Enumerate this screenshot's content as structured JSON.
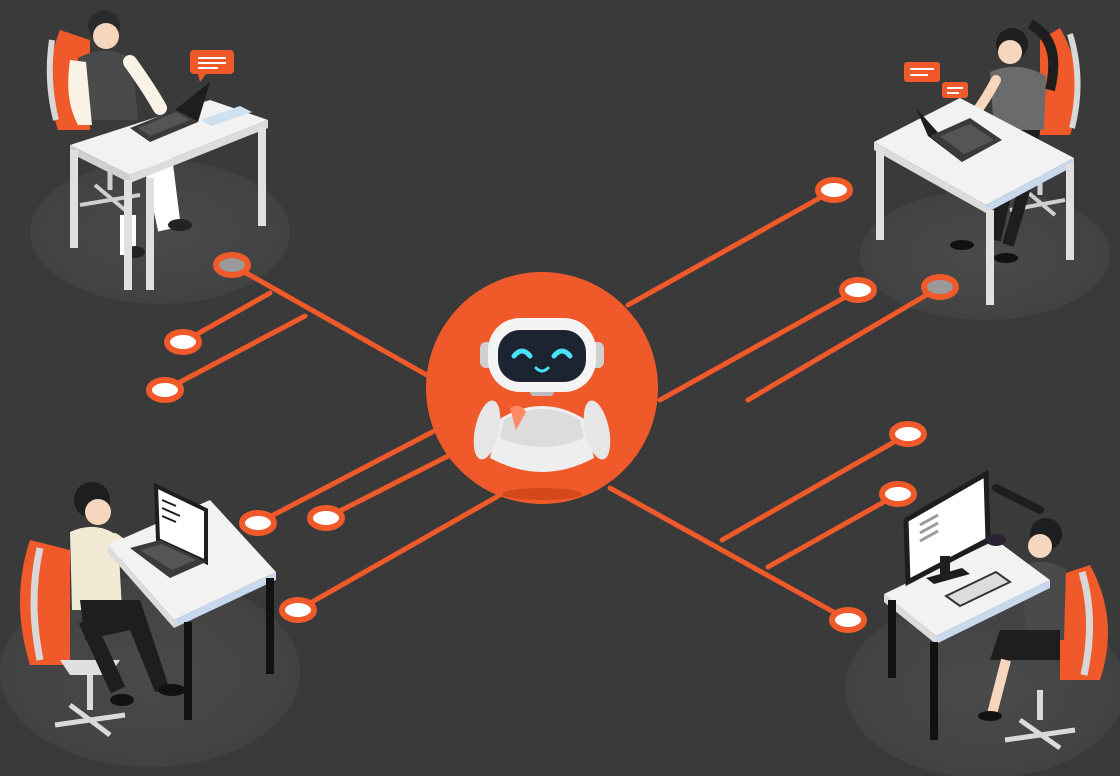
{
  "scene": {
    "title": "",
    "background_color": "#3a3a3a",
    "accent_color": "#f05a2a",
    "floor_color": "#454545",
    "desk_color": "#f2f2f2",
    "robot_color": "#eeeeee",
    "robot_face_color": "#1c2431",
    "robot_eye_color": "#49e3ff",
    "icons": [
      "robot-icon",
      "chat-bubble-icon",
      "laptop-icon",
      "monitor-icon",
      "office-chair-icon"
    ],
    "workers": [
      {
        "role": "man at laptop",
        "position": "top-left"
      },
      {
        "role": "woman at laptop",
        "position": "top-right"
      },
      {
        "role": "man at laptop",
        "position": "bottom-left"
      },
      {
        "role": "woman at desktop computer",
        "position": "bottom-right"
      }
    ]
  }
}
